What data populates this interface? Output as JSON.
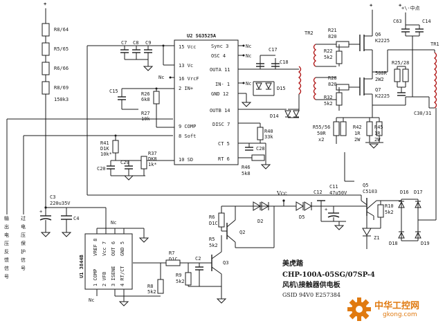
{
  "ic_u2": {
    "name": "U2  SG3525A",
    "left_pins": [
      "15 Vcc",
      "13 Vc",
      "16 VrcF",
      "2 IN+",
      "9 COMP",
      "8 Soft",
      "10 SD"
    ],
    "right_pins": [
      "Sync 3",
      "OSC 4",
      "OUTA 11",
      "IN- 1",
      "GND 12",
      "OUTB 14",
      "DISC 7",
      "CT 5",
      "RT 6"
    ]
  },
  "ic_u1": {
    "name": "U1 3844B",
    "pins_top": [
      "VREF 8",
      "Vcc 7",
      "OUT 6",
      "GND 5"
    ],
    "pins_bottom": [
      "1 COMP",
      "2 VFB",
      "3 ISENE",
      "4 RT/CT"
    ]
  },
  "nc": {
    "label": "Nc"
  },
  "plus": "+",
  "vcc": "Vcc",
  "center_tap": "+\\-中点",
  "left_resistors": [
    {
      "label": "R8/64"
    },
    {
      "label": "R5/65"
    },
    {
      "label": "R6/66"
    },
    {
      "label": "R8/69"
    },
    {
      "label": "150k3"
    }
  ],
  "parts": {
    "c7": "C7",
    "c8": "C8",
    "c9": "C9",
    "c15": "C15",
    "r26": "R26",
    "r26v": "6k8",
    "r27": "R27",
    "r27v": "10k",
    "c17": "C17",
    "c18": "C18",
    "d15": "D15",
    "d14": "D14",
    "r40": "R40",
    "r40v": "33k",
    "c28": "C28",
    "r46": "R46",
    "r46v": "5k8",
    "r41": "R41",
    "r41v": "D1K",
    "r41v2": "10k*",
    "c20": "C20",
    "c20b": "C29",
    "r37": "R37",
    "r37v": "DK8",
    "r37v2": "1k*",
    "c3": "C3",
    "c3v": "220u35V",
    "c4": "C4",
    "tr2": "TR2",
    "r21": "R21",
    "r21v": "820",
    "r22": "R22",
    "r22v": "5k2",
    "q6": "Q6",
    "q6v": "K2225",
    "r28": "R28",
    "r28v": "820",
    "r32": "R32",
    "r32v": "5k2",
    "q7": "Q7",
    "q7v": "K2225",
    "r500": "500R",
    "r500v": "2W2",
    "r25": "R25/28",
    "r56": "R55/56",
    "r56v": "50R",
    "r56v2": "x2",
    "r42": "R42",
    "r42v": "1R",
    "r42v2": "2W",
    "r45": "R45",
    "r45v": "1R",
    "r45v2": "2W",
    "c63": "C63",
    "c14": "C14",
    "c30": "C30/31",
    "tr1": "TR1",
    "c12": "C12",
    "c11": "C11",
    "c11v": "47u50V",
    "d5": "D5",
    "q5": "Q5",
    "q5v": "C5103",
    "d16": "D16",
    "d17": "D17",
    "d18": "D18",
    "d19": "D19",
    "r10": "R10",
    "r10v": "5k2",
    "z1": "Z1",
    "r6": "R6",
    "r6v": "D1C",
    "r5": "R5",
    "r5v": "5k2",
    "d2": "D2",
    "q2": "Q2",
    "r7": "R7",
    "r7v": "D1C",
    "c2": "C2",
    "r9": "R9",
    "r9v": "5k2",
    "q3": "Q3",
    "r8": "R8",
    "r8v": "5k2"
  },
  "left_labels": {
    "col1": [
      "输",
      "出",
      "电",
      "压",
      "反",
      "馈",
      "信",
      "号"
    ],
    "col2": [
      "过",
      "电",
      "压",
      "保",
      "护",
      "信",
      "号"
    ]
  },
  "title_block": {
    "line1": "美虎踏",
    "line2": "CHP-100A-05SG/07SP-4",
    "line3": "风机\\接触器供电板",
    "line4": "GSID 94V0 E257384"
  },
  "watermark": {
    "cn": "中华工控网",
    "url": "gkong.com"
  },
  "colors": {
    "ink": "#1a1a1a",
    "transformer": "#b01515",
    "watermark": "#e07a10"
  }
}
